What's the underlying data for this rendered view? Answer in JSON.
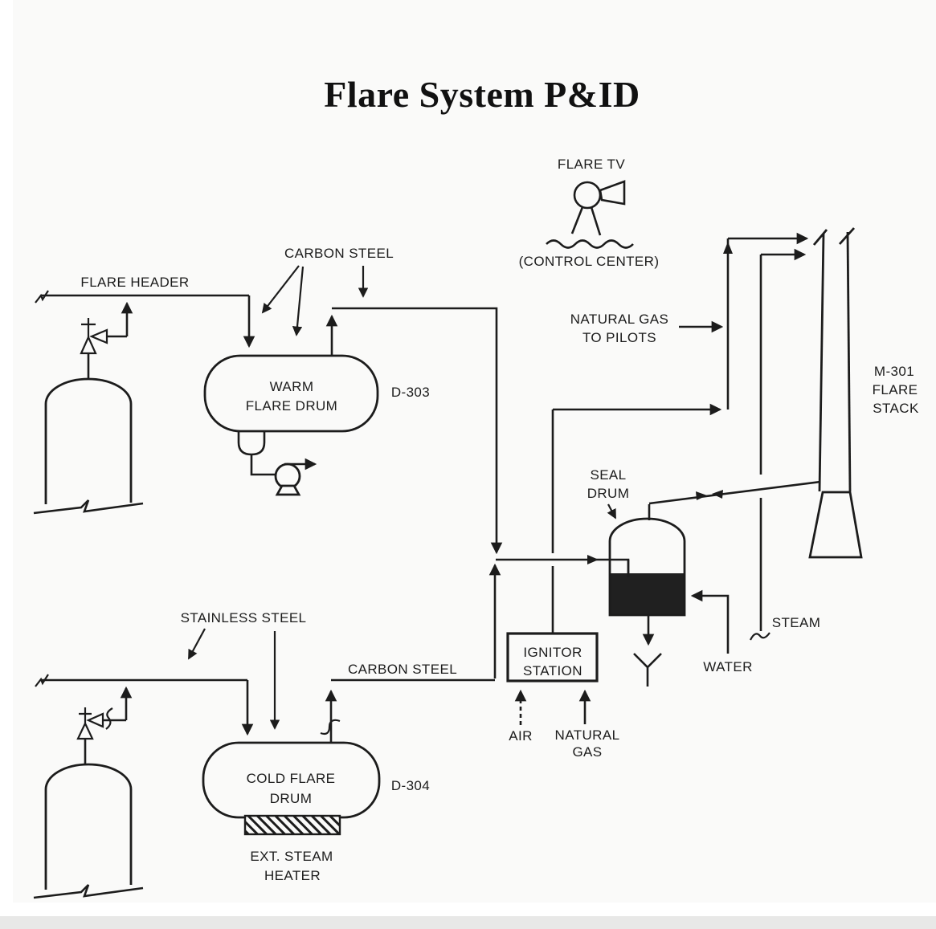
{
  "title": "Flare System P&ID",
  "flare_tv": {
    "label": "FLARE TV",
    "control_center": "(CONTROL CENTER)"
  },
  "lines": {
    "flare_header": "FLARE HEADER"
  },
  "materials": {
    "carbon_steel_top": "CARBON STEEL",
    "carbon_steel_mid": "CARBON STEEL",
    "stainless_steel": "STAINLESS STEEL"
  },
  "equipment": {
    "warm_drum": {
      "name_line1": "WARM",
      "name_line2": "FLARE DRUM",
      "tag": "D-303"
    },
    "cold_drum": {
      "name_line1": "COLD FLARE",
      "name_line2": "DRUM",
      "tag": "D-304"
    },
    "ext_heater": {
      "name_line1": "EXT. STEAM",
      "name_line2": "HEATER"
    },
    "seal_drum": {
      "name_line1": "SEAL",
      "name_line2": "DRUM"
    },
    "ignitor_station": {
      "name_line1": "IGNITOR",
      "name_line2": "STATION"
    },
    "flare_stack": {
      "tag": "M-301",
      "name_line1": "FLARE",
      "name_line2": "STACK"
    }
  },
  "streams": {
    "natural_gas_to_pilots_line1": "NATURAL GAS",
    "natural_gas_to_pilots_line2": "TO PILOTS",
    "steam": "STEAM",
    "water": "WATER",
    "air": "AIR",
    "natural_gas_line1": "NATURAL",
    "natural_gas_line2": "GAS"
  },
  "colors": {
    "ink": "#1c1c1c",
    "paper": "#fafaf9",
    "liquid": "#202020",
    "scan_band": "#e8e8e7"
  }
}
